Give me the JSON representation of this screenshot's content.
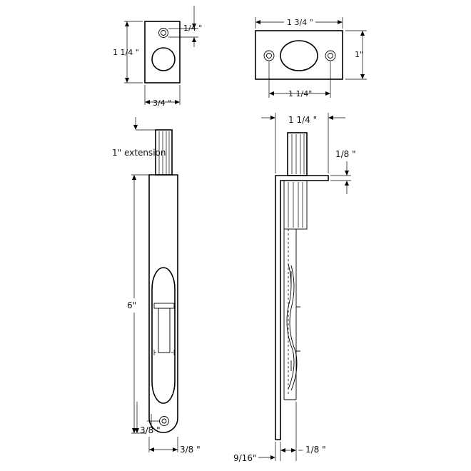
{
  "dims": {
    "strike_small_hole": "1/4 \"",
    "strike_small_height": "1 1/4 \"",
    "strike_small_width": "3/4 \"",
    "strike_wide_width": "1 3/4 \"",
    "strike_wide_height": "1\"",
    "strike_wide_hole_spacing": "1 1/4\"",
    "extension": "1\" extension",
    "length": "6\"",
    "bottom_offset": "3/8 \"",
    "body_width": "3/8 \"",
    "side_width": "1 1/4 \"",
    "side_flange": "1/8 \"",
    "side_depth": "9/16\"",
    "side_thickness": "1/8 \""
  }
}
